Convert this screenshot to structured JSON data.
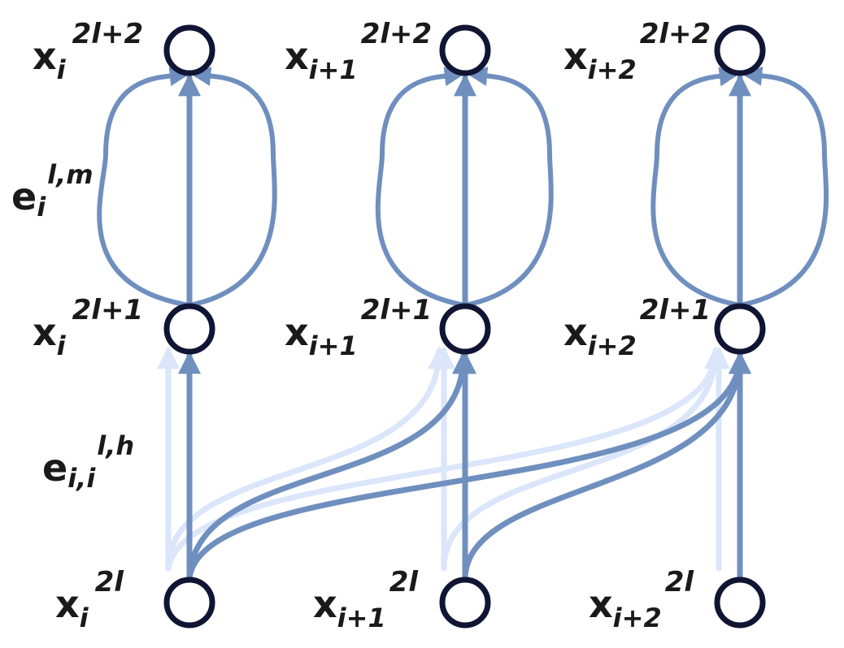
{
  "colors": {
    "node_stroke": "#111534",
    "edge_dark": "#6f8fbf",
    "edge_light": "#dbe6fb",
    "text": "#1a1a1a"
  },
  "labels": {
    "col0_top": {
      "base": "x",
      "sub": "i",
      "sup": "2l+2"
    },
    "col1_top": {
      "base": "x",
      "sub": "i+1",
      "sup": "2l+2"
    },
    "col2_top": {
      "base": "x",
      "sub": "i+2",
      "sup": "2l+2"
    },
    "col0_mid": {
      "base": "x",
      "sub": "i",
      "sup": "2l+1"
    },
    "col1_mid": {
      "base": "x",
      "sub": "i+1",
      "sup": "2l+1"
    },
    "col2_mid": {
      "base": "x",
      "sub": "i+2",
      "sup": "2l+1"
    },
    "col0_bot": {
      "base": "x",
      "sub": "i",
      "sup": "2l"
    },
    "col1_bot": {
      "base": "x",
      "sub": "i+1",
      "sup": "2l"
    },
    "col2_bot": {
      "base": "x",
      "sub": "i+2",
      "sup": "2l"
    },
    "edge_m": {
      "base": "e",
      "sub": "i",
      "sup": "l,m"
    },
    "edge_h": {
      "base": "e",
      "sub": "i,i",
      "sup": "l,h"
    }
  }
}
